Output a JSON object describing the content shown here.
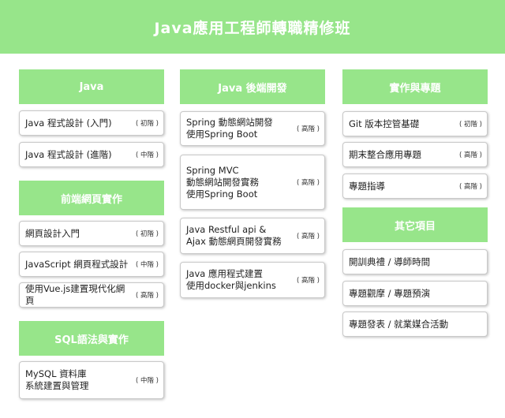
{
  "title": "Java應用工程師轉職精修班",
  "columns": [
    {
      "sections": [
        {
          "header": "Java",
          "items": [
            {
              "label": "Java 程式設計 (入門)",
              "level": "( 初階 )"
            },
            {
              "label": "Java 程式設計 (進階)",
              "level": "( 中階 )"
            }
          ]
        },
        {
          "header": "前端網頁實作",
          "items": [
            {
              "label": "網頁設計入門",
              "level": "( 初階 )"
            },
            {
              "label": "JavaScript 網頁程式設計",
              "level": "( 中階 )"
            },
            {
              "label": "使用Vue.js建置現代化網頁",
              "level": "( 高階 )"
            }
          ]
        },
        {
          "header": "SQL語法與實作",
          "items": [
            {
              "label": "MySQL 資料庫\n系統建置與管理",
              "level": "( 中階 )"
            }
          ]
        }
      ]
    },
    {
      "sections": [
        {
          "header": "Java 後端開發",
          "items": [
            {
              "label": "Spring 動態網站開發\n    使用Spring Boot",
              "level": "( 高階 )"
            },
            {
              "label": "Spring MVC\n動態網站開發實務\n    使用Spring Boot",
              "level": "( 高階 )"
            },
            {
              "label": "Java Restful api &\nAjax 動態網頁開發實務",
              "level": "( 高階 )"
            },
            {
              "label": "Java 應用程式建置\n使用docker與jenkins",
              "level": "( 高階 )"
            }
          ]
        }
      ]
    },
    {
      "sections": [
        {
          "header": "實作與專題",
          "items": [
            {
              "label": "Git 版本控管基礎",
              "level": "( 初階 )"
            },
            {
              "label": "期末整合應用專題",
              "level": "( 高階 )"
            },
            {
              "label": "專題指導",
              "level": "( 高階 )"
            }
          ]
        },
        {
          "header": "其它項目",
          "items": [
            {
              "label": "開訓典禮 / 導師時間",
              "level": ""
            },
            {
              "label": "專題觀摩 / 專題預演",
              "level": ""
            },
            {
              "label": "專題發表 / 就業媒合活動",
              "level": ""
            }
          ]
        }
      ]
    }
  ]
}
